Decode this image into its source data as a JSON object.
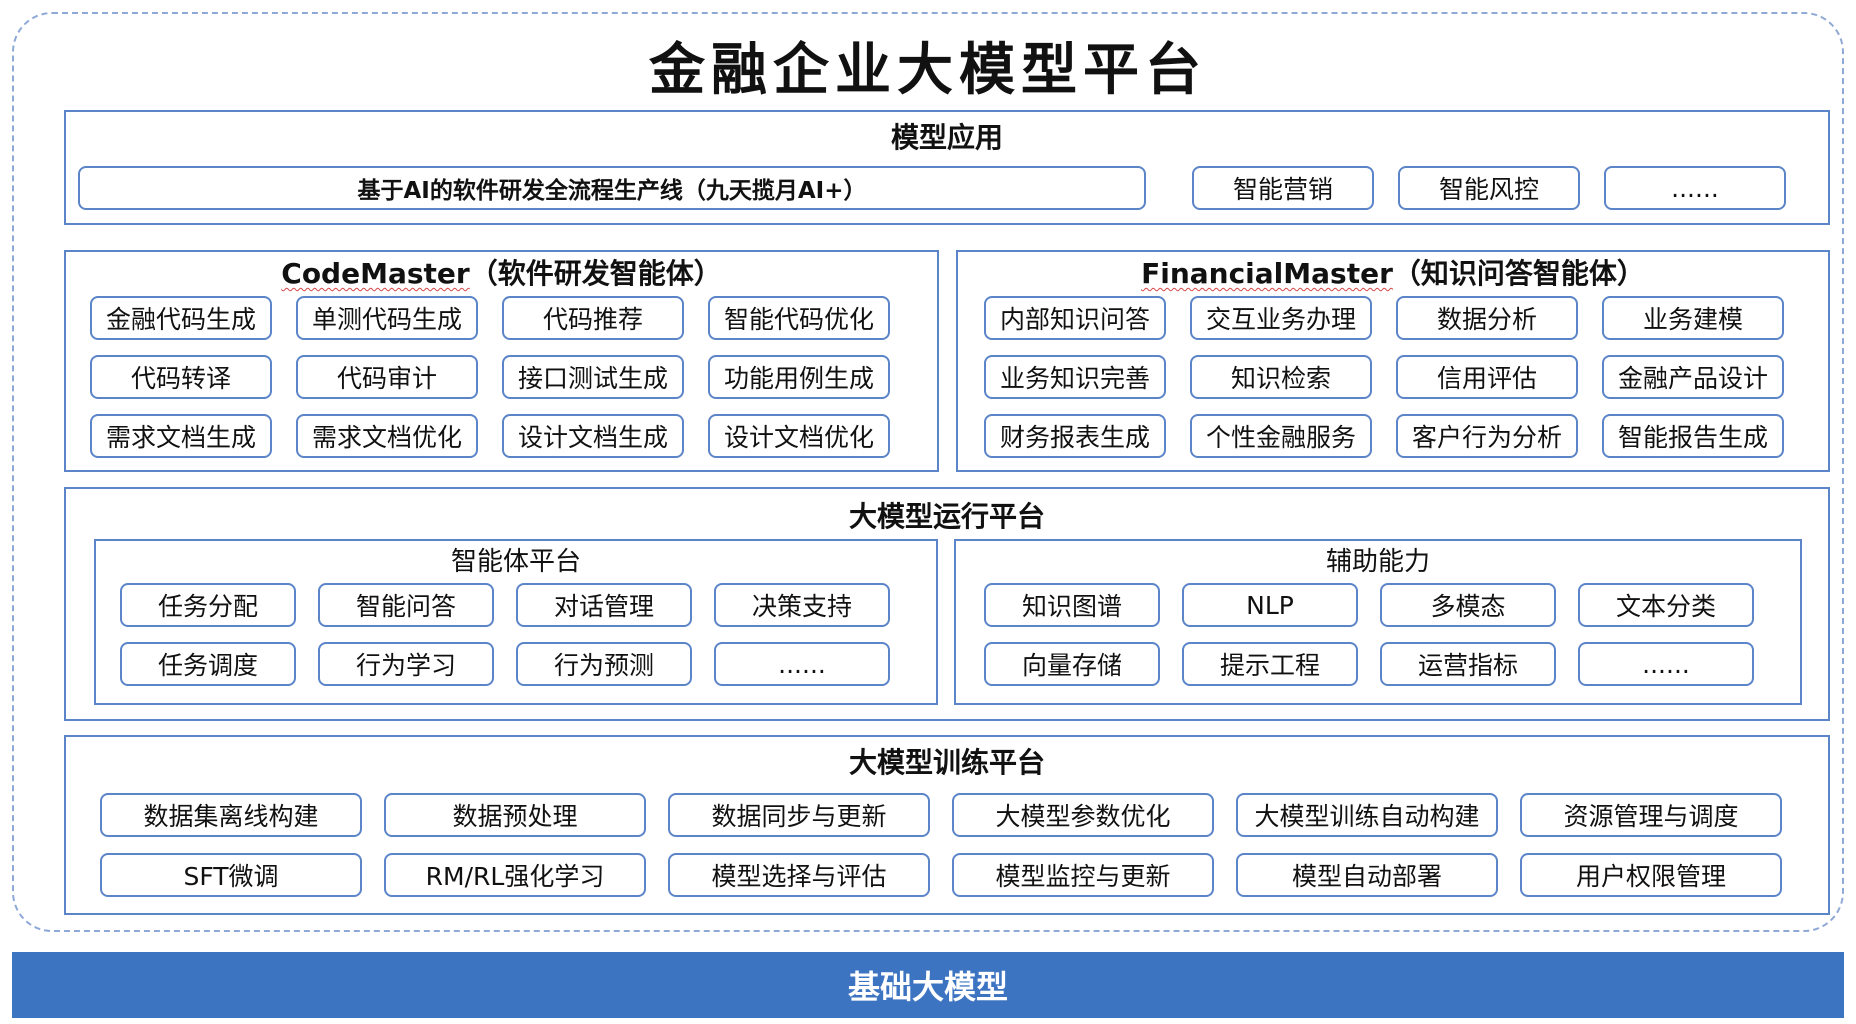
{
  "title": "金融企业大模型平台",
  "apps": {
    "title": "模型应用",
    "items": [
      "基于AI的软件研发全流程生产线（九天揽月AI+）",
      "智能营销",
      "智能风控",
      "......"
    ]
  },
  "codemaster": {
    "brand": "CodeMaster",
    "suffix": "（软件研发智能体）",
    "items": [
      "金融代码生成",
      "单测代码生成",
      "代码推荐",
      "智能代码优化",
      "代码转译",
      "代码审计",
      "接口测试生成",
      "功能用例生成",
      "需求文档生成",
      "需求文档优化",
      "设计文档生成",
      "设计文档优化"
    ]
  },
  "financialmaster": {
    "brand": "FinancialMaster",
    "suffix": "（知识问答智能体）",
    "items": [
      "内部知识问答",
      "交互业务办理",
      "数据分析",
      "业务建模",
      "业务知识完善",
      "知识检索",
      "信用评估",
      "金融产品设计",
      "财务报表生成",
      "个性金融服务",
      "客户行为分析",
      "智能报告生成"
    ]
  },
  "runtime": {
    "title": "大模型运行平台",
    "agent_platform": {
      "title": "智能体平台",
      "items": [
        "任务分配",
        "智能问答",
        "对话管理",
        "决策支持",
        "任务调度",
        "行为学习",
        "行为预测",
        "......"
      ]
    },
    "aux": {
      "title": "辅助能力",
      "items": [
        "知识图谱",
        "NLP",
        "多模态",
        "文本分类",
        "向量存储",
        "提示工程",
        "运营指标",
        "......"
      ]
    }
  },
  "training": {
    "title": "大模型训练平台",
    "items": [
      "数据集离线构建",
      "数据预处理",
      "数据同步与更新",
      "大模型参数优化",
      "大模型训练自动构建",
      "资源管理与调度",
      "SFT微调",
      "RM/RL强化学习",
      "模型选择与评估",
      "模型监控与更新",
      "模型自动部署",
      "用户权限管理"
    ]
  },
  "foundation": "基础大模型"
}
